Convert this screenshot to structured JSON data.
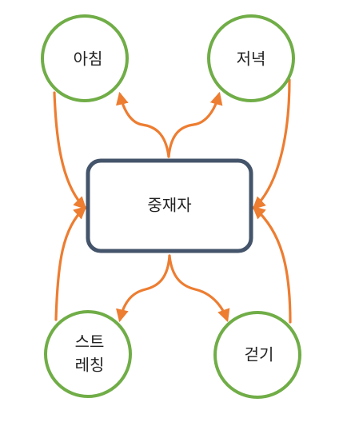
{
  "diagram": {
    "center": {
      "label": "중재자"
    },
    "nodes": {
      "morning": {
        "label": "아침"
      },
      "evening": {
        "label": "저녁"
      },
      "stretching": {
        "line1": "스트",
        "line2": "레칭"
      },
      "walking": {
        "label": "걷기"
      }
    },
    "colors": {
      "circle_stroke": "#70ad47",
      "box_stroke": "#44546a",
      "arrow": "#ed7d31"
    }
  }
}
